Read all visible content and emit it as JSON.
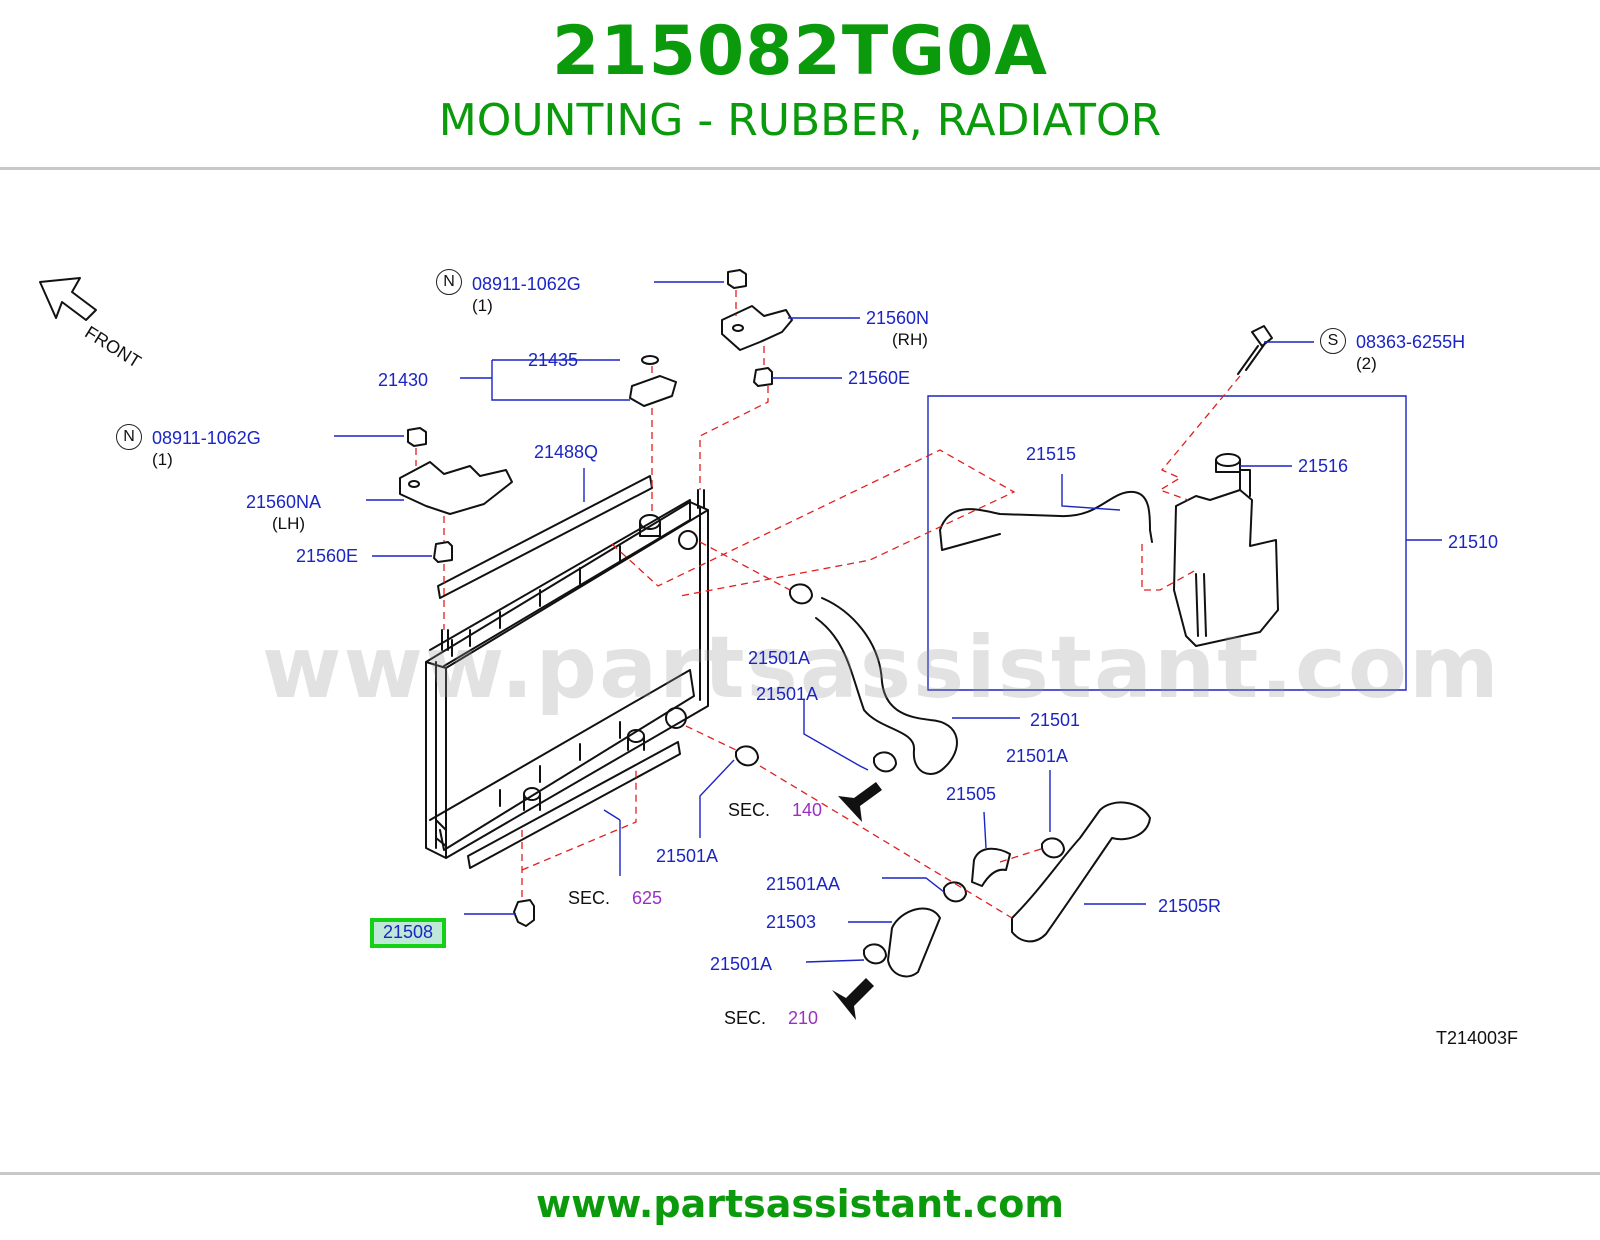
{
  "header": {
    "part_number": "215082TG0A",
    "part_name": "MOUNTING - RUBBER, RADIATOR"
  },
  "footer": {
    "url": "www.partsassistant.com"
  },
  "watermark": "www.partsassistant.com",
  "diagram": {
    "front_label": "FRONT",
    "drawing_code": "T214003F",
    "highlighted_part": "21508",
    "callouts": {
      "c_08911_top": {
        "prefix": "N",
        "code": "08911-1062G",
        "qty": "(1)"
      },
      "c_08911_left": {
        "prefix": "N",
        "code": "08911-1062G",
        "qty": "(1)"
      },
      "c_08363": {
        "prefix": "S",
        "code": "08363-6255H",
        "qty": "(2)"
      },
      "c_21560N": {
        "code": "21560N",
        "side": "(RH)"
      },
      "c_21560NA": {
        "code": "21560NA",
        "side": "(LH)"
      },
      "c_21560E_right": "21560E",
      "c_21560E_left": "21560E",
      "c_21435": "21435",
      "c_21430": "21430",
      "c_21488Q": "21488Q",
      "c_21515": "21515",
      "c_21516": "21516",
      "c_21510": "21510",
      "c_21501A_1": "21501A",
      "c_21501A_2": "21501A",
      "c_21501": "21501",
      "c_21501A_3": "21501A",
      "c_21505": "21505",
      "c_21501A_4": "21501A",
      "c_21501AA": "21501AA",
      "c_21505R": "21505R",
      "c_21503": "21503",
      "c_21501A_5": "21501A"
    },
    "sections": [
      {
        "label": "SEC.",
        "number": "140"
      },
      {
        "label": "SEC.",
        "number": "625"
      },
      {
        "label": "SEC.",
        "number": "210"
      }
    ]
  },
  "colors": {
    "title_green": "#0b9a0b",
    "label_blue": "#1b25c4",
    "section_purple": "#9b2fc4",
    "highlight_border": "#15d015",
    "leader_red": "#e02020"
  }
}
